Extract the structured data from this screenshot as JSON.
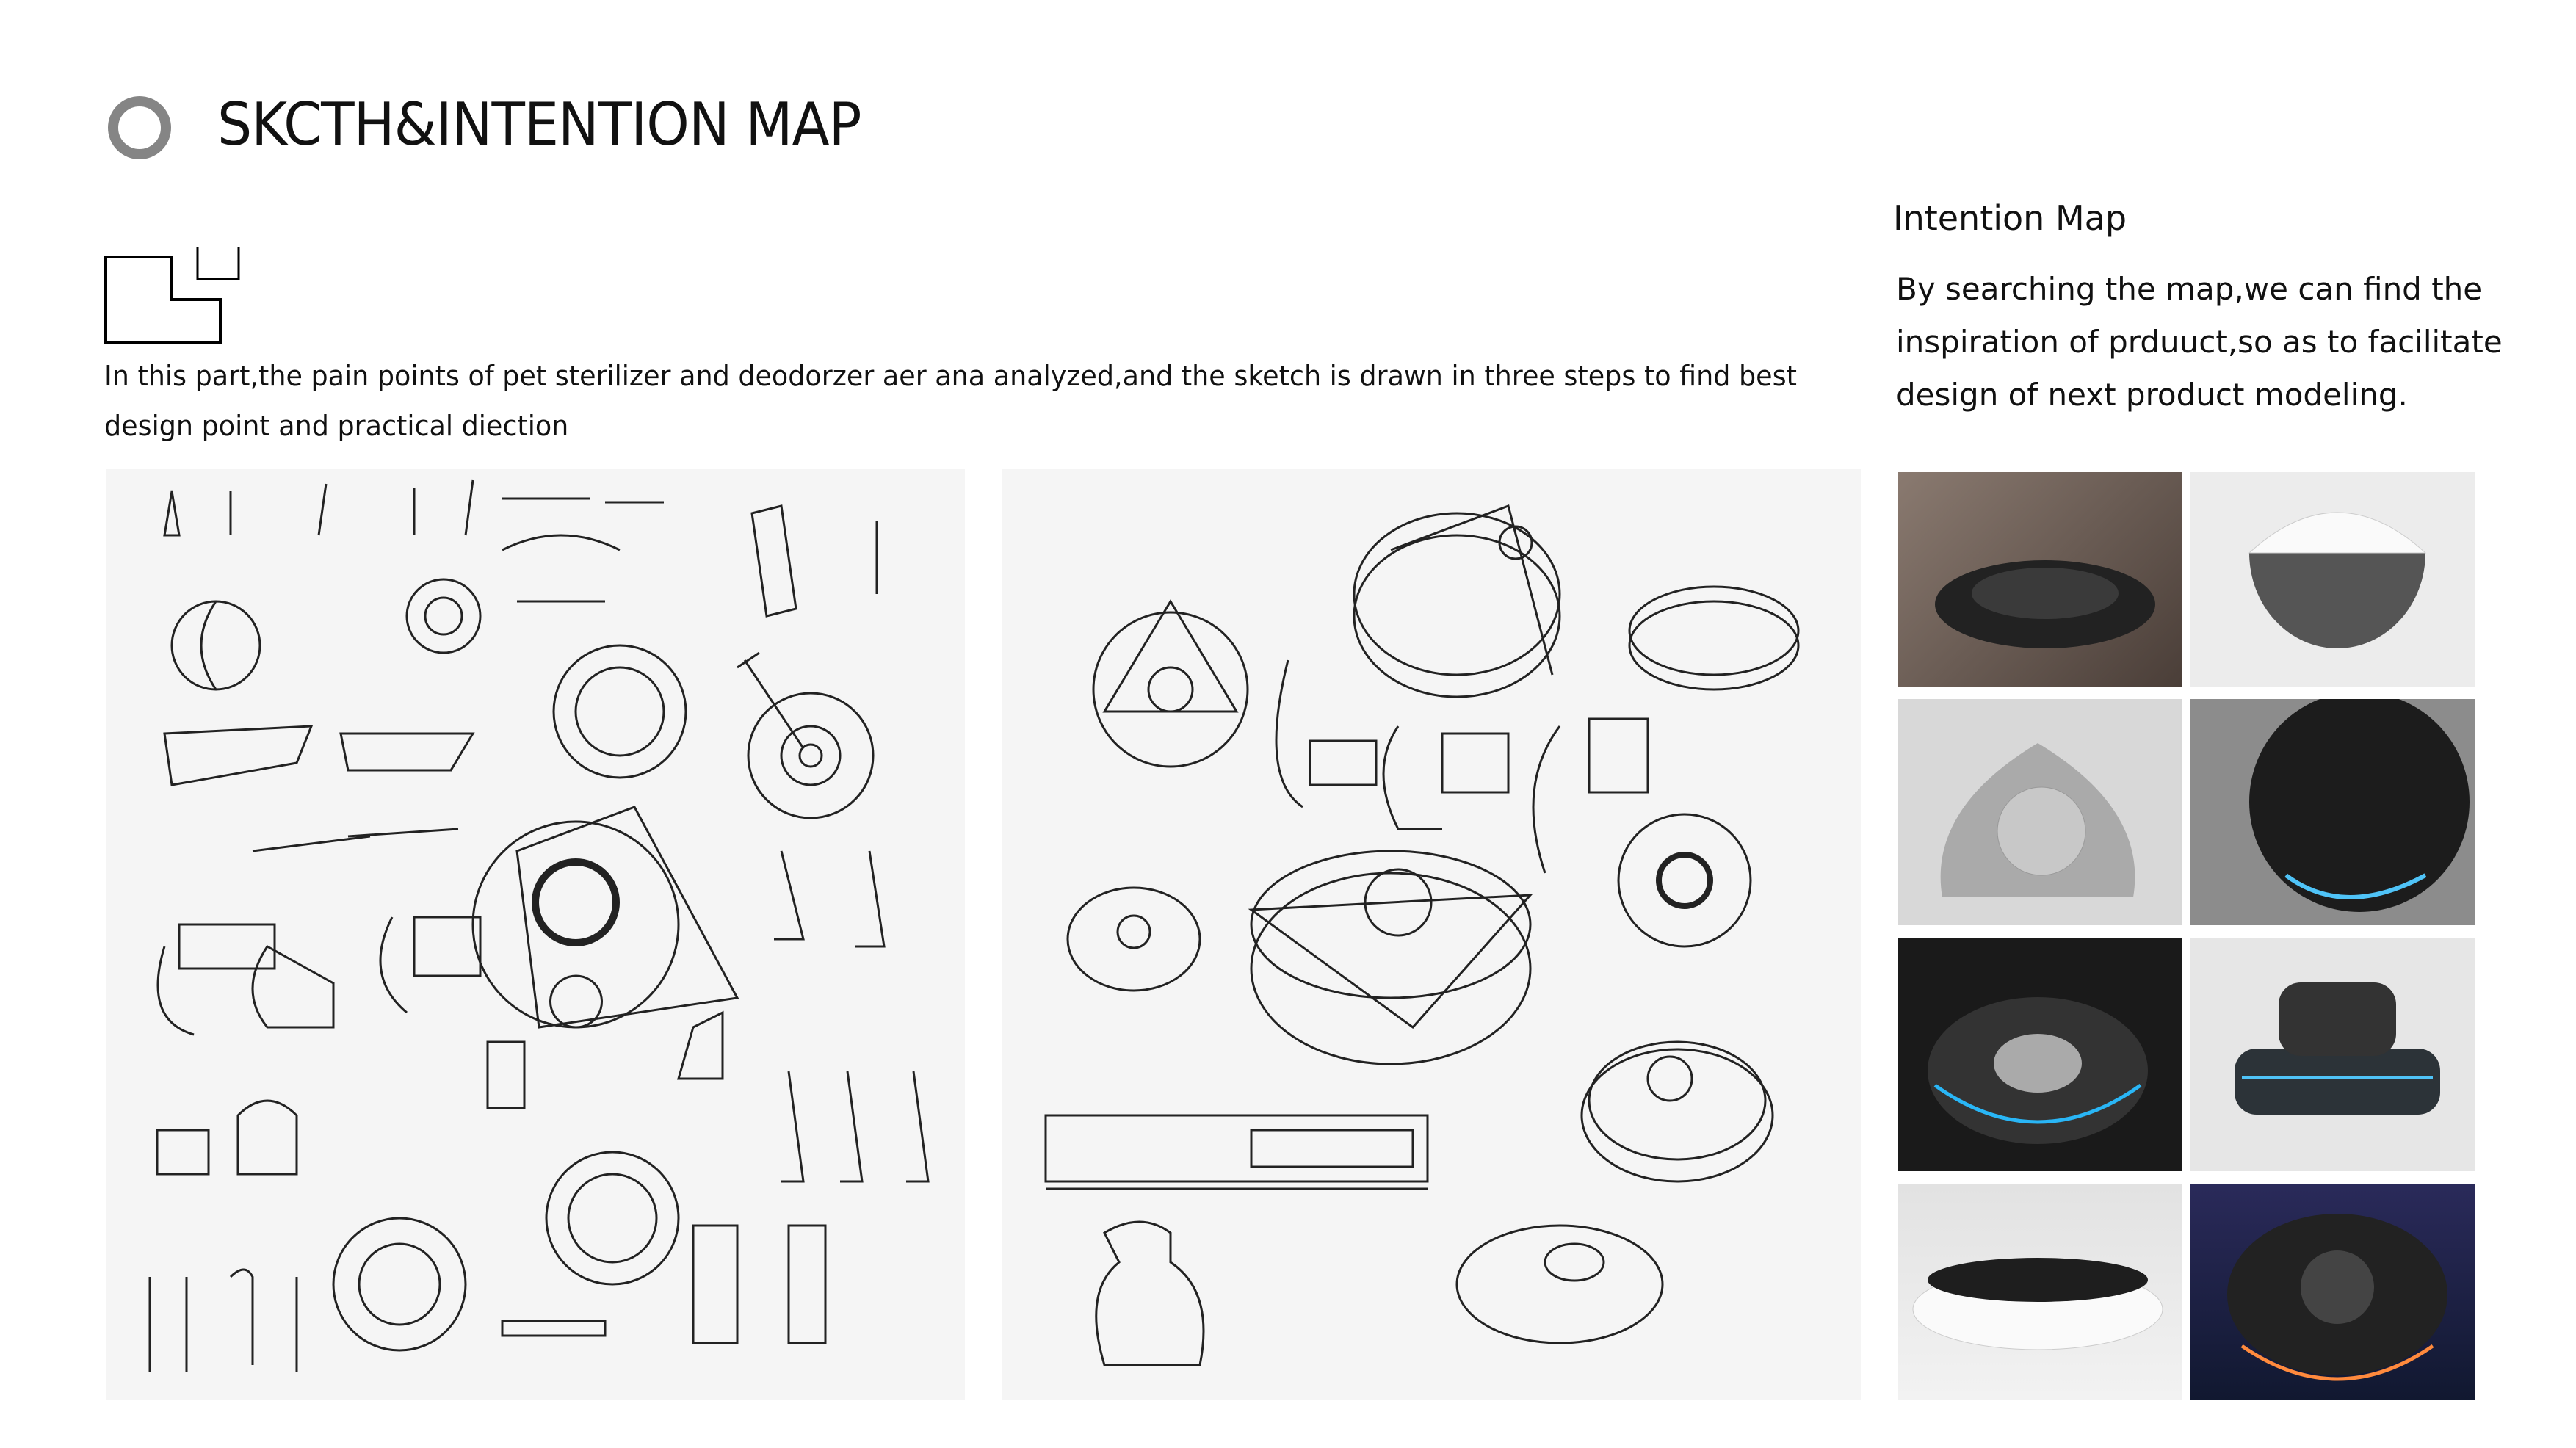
{
  "header": {
    "title": "SKCTH&INTENTION MAP",
    "bullet_icon": "ring-icon",
    "ring_color": "#858585"
  },
  "sketch_section": {
    "icon": "l-shape-blocks-icon",
    "description": "In this part,the pain points of pet sterilizer and deodorzer aer ana analyzed,and the sketch is drawn in three steps to find best design point and practical diection",
    "panels": [
      "sketch-sheet-1",
      "sketch-sheet-2"
    ]
  },
  "intention_map": {
    "heading": "Intention Map",
    "description": "By searching the map,we can find the inspiration of prduuct,so as to facilitate design of next product modeling.",
    "photos": [
      "dark-round-purifier",
      "white-dome-device",
      "silver-triangle-device",
      "orvibo-black-device",
      "black-blue-glow-device",
      "car-aroma-diffuser",
      "white-disc-device",
      "dark-ufo-device"
    ]
  }
}
